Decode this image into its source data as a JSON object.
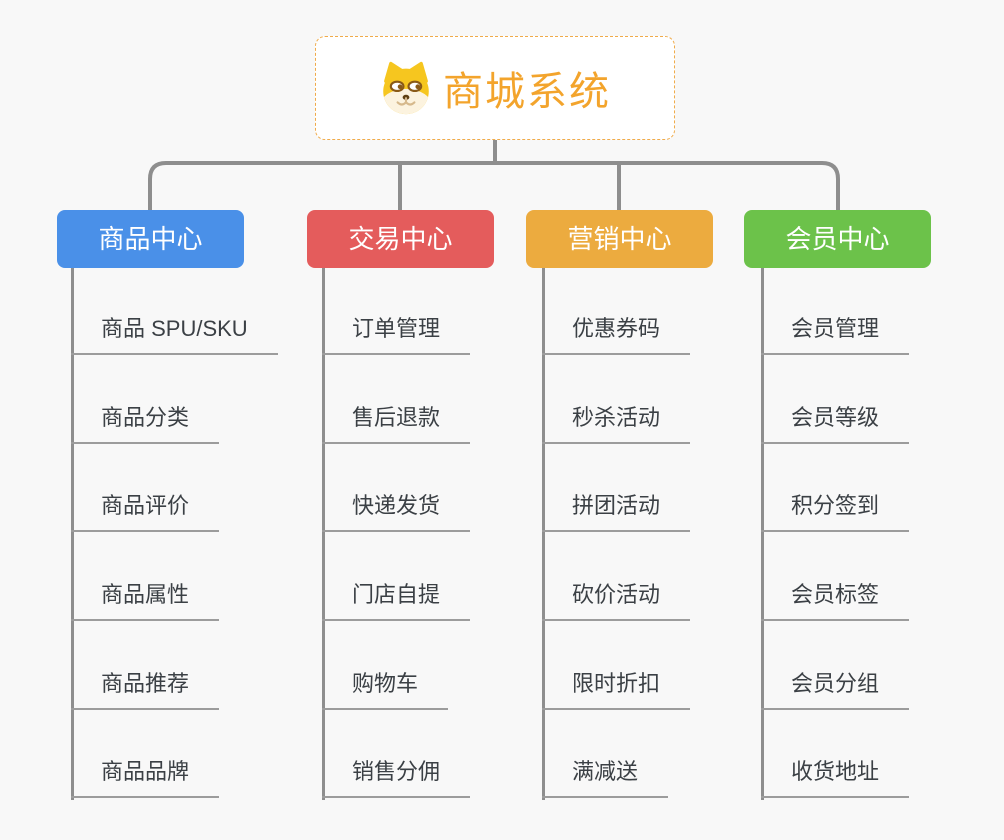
{
  "root": {
    "title": "商城系统",
    "icon": "dog-face-icon",
    "title_color": "#f3a42c",
    "border_color": "#f0ab4a"
  },
  "connector_color": "#8e8e8e",
  "background_color": "#f8f8f8",
  "branches": [
    {
      "label": "商品中心",
      "color": "#4a90e8",
      "items": [
        "商品 SPU/SKU",
        "商品分类",
        "商品评价",
        "商品属性",
        "商品推荐",
        "商品品牌"
      ]
    },
    {
      "label": "交易中心",
      "color": "#e45c5c",
      "items": [
        "订单管理",
        "售后退款",
        "快递发货",
        "门店自提",
        "购物车",
        "销售分佣"
      ]
    },
    {
      "label": "营销中心",
      "color": "#ecab3f",
      "items": [
        "优惠券码",
        "秒杀活动",
        "拼团活动",
        "砍价活动",
        "限时折扣",
        "满减送"
      ]
    },
    {
      "label": "会员中心",
      "color": "#6cc24a",
      "items": [
        "会员管理",
        "会员等级",
        "积分签到",
        "会员标签",
        "会员分组",
        "收货地址"
      ]
    }
  ]
}
